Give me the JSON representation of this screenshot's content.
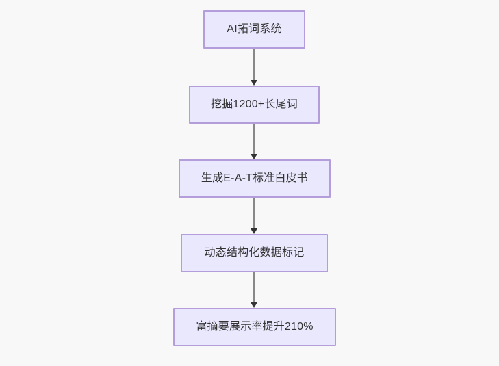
{
  "diagram": {
    "type": "flowchart",
    "direction": "top-to-bottom",
    "background_color": "#f8f8f8",
    "node_fill_color": "#eae8fd",
    "node_border_color": "#b39ddb",
    "node_text_color": "#333333",
    "edge_line_color": "#888888",
    "edge_arrow_color": "#333333",
    "nodes": [
      {
        "id": "n1",
        "label": "AI拓词系统"
      },
      {
        "id": "n2",
        "label": "挖掘1200+长尾词"
      },
      {
        "id": "n3",
        "label": "生成E-A-T标准白皮书"
      },
      {
        "id": "n4",
        "label": "动态结构化数据标记"
      },
      {
        "id": "n5",
        "label": "富摘要展示率提升210%"
      }
    ],
    "edges": [
      {
        "from": "n1",
        "to": "n2",
        "arrow": "arrow-down-icon"
      },
      {
        "from": "n2",
        "to": "n3",
        "arrow": "arrow-down-icon"
      },
      {
        "from": "n3",
        "to": "n4",
        "arrow": "arrow-down-icon"
      },
      {
        "from": "n4",
        "to": "n5",
        "arrow": "arrow-down-icon"
      }
    ]
  }
}
